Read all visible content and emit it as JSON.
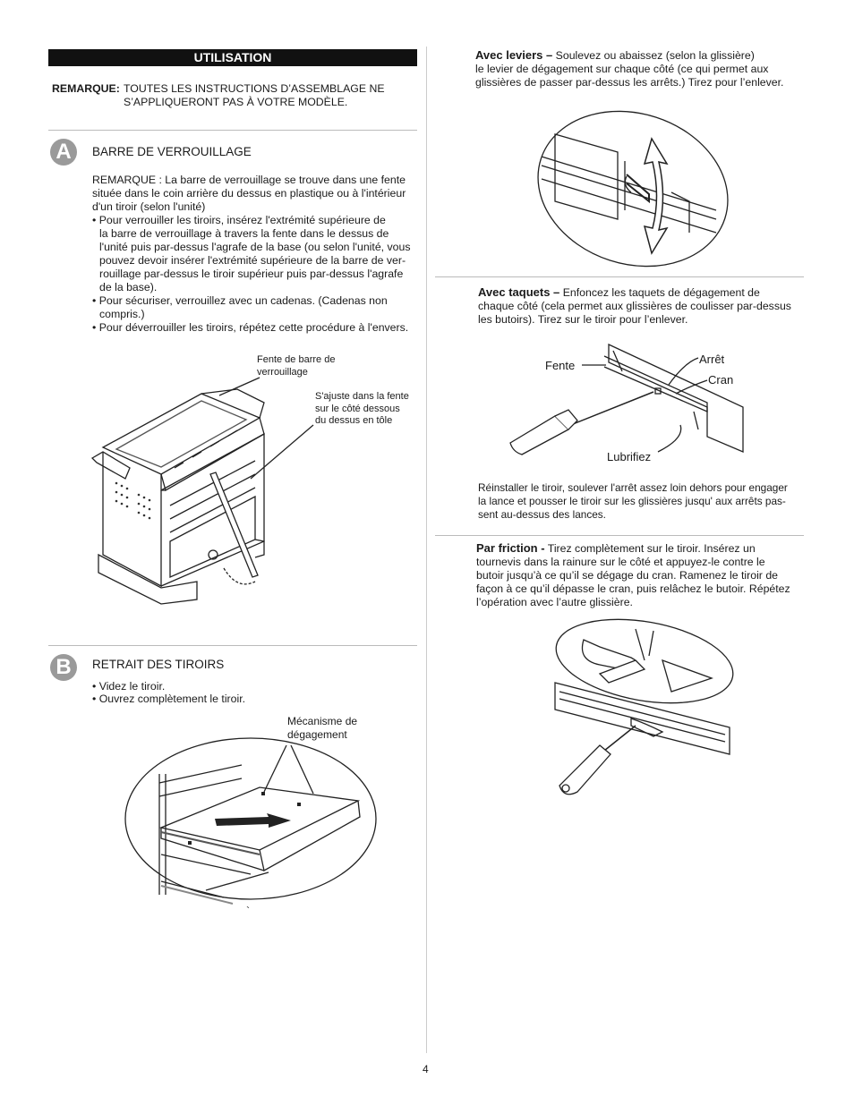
{
  "left": {
    "header": "UTILISATION",
    "remark_label": "REMARQUE:",
    "remark_line1": "TOUTES LES INSTRUCTIONS D’ASSEMBLAGE NE",
    "remark_line2": "S’APPLIQUERONT PAS À VOTRE MODÈLE.",
    "section_a": {
      "badge": "A",
      "title": "BARRE DE VERROUILLAGE",
      "lines": [
        "REMARQUE :  La barre de verrouillage se trouve dans une fente",
        "située dans le coin arrière du dessus en plastique ou à l'intérieur",
        "d'un tiroir (selon l'unité)",
        "• Pour verrouiller les tiroirs, insérez l'extrémité supérieure de",
        "la barre de verrouillage à travers la fente dans le dessus de",
        "l'unité puis par-dessus l'agrafe de la base (ou selon l'unité, vous",
        "pouvez devoir insérer l'extrémité supérieure de la barre de ver-",
        "rouillage par-dessus le tiroir supérieur puis par-dessus l'agrafe",
        "de la base).",
        "• Pour sécuriser, verrouillez avec un cadenas. (Cadenas non",
        "compris.)",
        "• Pour déverrouiller les tiroirs, répétez cette procédure à l'envers."
      ],
      "callout_slot_1": "Fente de barre de",
      "callout_slot_2": "verrouillage",
      "callout_fit_1": "S'ajuste dans la fente",
      "callout_fit_2": "sur le côté dessous",
      "callout_fit_3": "du dessus en tôle"
    },
    "section_b": {
      "badge": "B",
      "title": "RETRAIT DES TIROIRS",
      "bullet1": "• Videz le tiroir.",
      "bullet2": "• Ouvrez complètement le tiroir.",
      "callout_1": "Mécanisme de",
      "callout_2": "dégagement",
      "stray_mark": "`"
    }
  },
  "right": {
    "levers": {
      "title": "Avec leviers –",
      "line1": " Soulevez ou abaissez (selon la glissière)",
      "line2": "le levier de dégagement sur chaque côté (ce qui permet aux",
      "line3": "glissières de passer par-dessus les arrêts.) Tirez pour l’enlever."
    },
    "tabs": {
      "title": "Avec taquets –",
      "line1": " Enfoncez les taquets de dégagement de",
      "line2": "chaque côté (cela permet aux glissières de coulisser par-dessus",
      "line3": "les butoirs). Tirez sur le tiroir pour l’enlever.",
      "label_fente": "Fente",
      "label_arret": "Arrêt",
      "label_cran": "Cran",
      "label_lubrifiez": "Lubrifiez",
      "reinstall_1": "Réinstaller le tiroir, soulever l'arrêt assez loin dehors pour engager",
      "reinstall_2": "la lance et pousser le tiroir sur les glissières jusqu' aux arrêts pas-",
      "reinstall_3": "sent au-dessus des lances."
    },
    "friction": {
      "title": "Par friction -",
      "line1": " Tirez complètement sur le tiroir. Insérez un",
      "line2": "tournevis dans la rainure sur le côté et appuyez-le contre le",
      "line3": "butoir jusqu’à ce qu’il se dégage du cran. Ramenez le tiroir de",
      "line4": "façon à ce qu’il dépasse le cran, puis relâchez le butoir. Répétez",
      "line5": "l’opération avec l’autre glissière."
    }
  },
  "page_number": "4"
}
